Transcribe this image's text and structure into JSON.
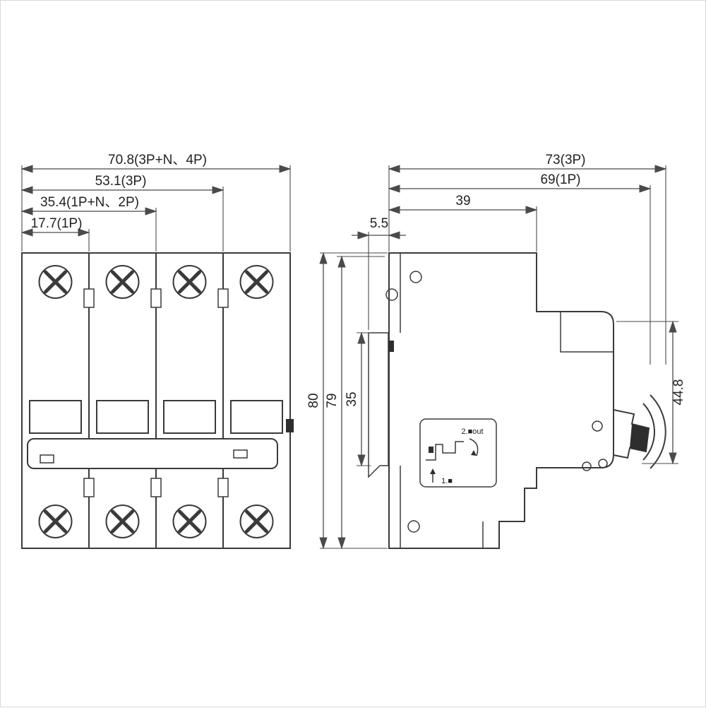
{
  "drawing": {
    "front": {
      "dim_total": "70.8(3P+N、4P)",
      "dim_3p": "53.1(3P)",
      "dim_2p": "35.4(1P+N、2P)",
      "dim_1p": "17.7(1P)"
    },
    "side": {
      "dim_width_3p": "73(3P)",
      "dim_width_1p": "69(1P)",
      "dim_39": "39",
      "dim_5_5": "5.5",
      "dim_height_80": "80",
      "dim_height_79": "79",
      "dim_35": "35",
      "dim_44_8": "44.8",
      "sticker": {
        "step2": "2.■out",
        "step1": "1.■"
      }
    },
    "colors": {
      "line": "#3a3a3a",
      "dim": "#4a4a4a",
      "text": "#222222"
    }
  }
}
